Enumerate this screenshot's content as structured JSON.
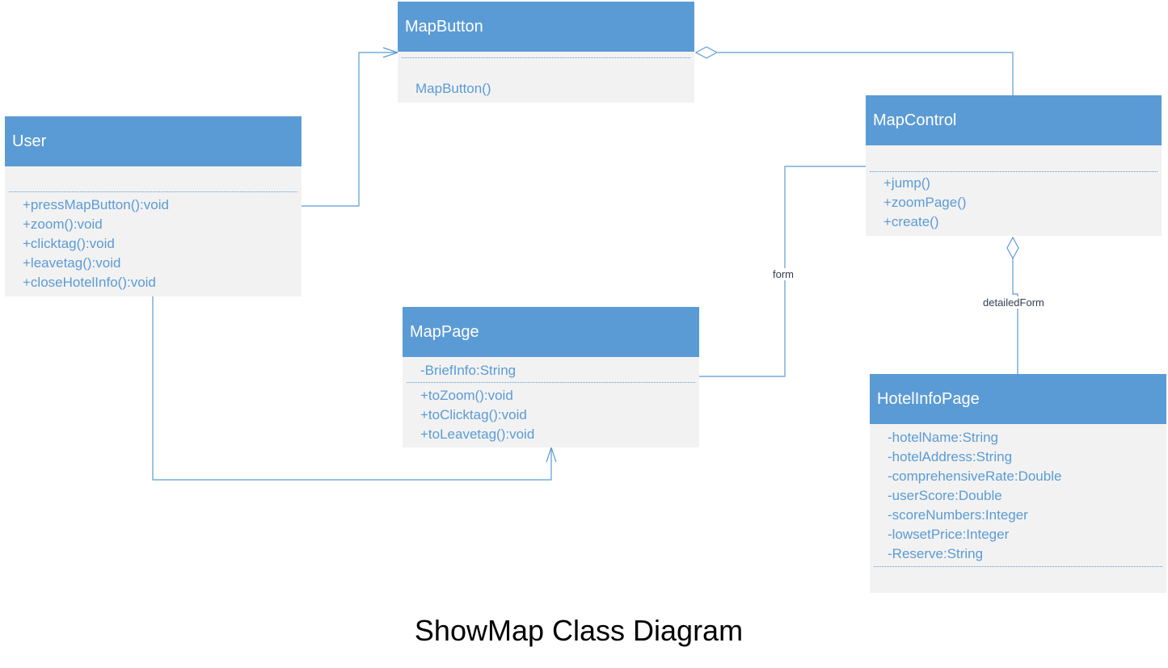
{
  "colors": {
    "header_fill": "#5b9bd5",
    "body_fill": "#f2f2f2",
    "member_text": "#5b9bd5",
    "connector": "#5b9bd5",
    "label_text": "#333f50"
  },
  "title": "ShowMap Class Diagram",
  "classes": {
    "user": {
      "name": "User",
      "attributes": [],
      "methods": [
        "+pressMapButton():void",
        "+zoom():void",
        "+clicktag():void",
        "+leavetag():void",
        "+closeHotelInfo():void"
      ]
    },
    "mapbutton": {
      "name": "MapButton",
      "attributes": [],
      "methods": [
        "MapButton()"
      ]
    },
    "mapcontrol": {
      "name": "MapControl",
      "attributes": [],
      "methods": [
        "+jump()",
        "+zoomPage()",
        "+create()"
      ]
    },
    "mappage": {
      "name": "MapPage",
      "attributes": [
        "-BriefInfo:String"
      ],
      "methods": [
        "+toZoom():void",
        "+toClicktag():void",
        "+toLeavetag():void"
      ]
    },
    "hotelinfopage": {
      "name": "HotelInfoPage",
      "attributes": [
        "-hotelName:String",
        "-hotelAddress:String",
        "-comprehensiveRate:Double",
        "-userScore:Double",
        "-scoreNumbers:Integer",
        "-lowsetPrice:Integer",
        "-Reserve:String"
      ],
      "methods": []
    }
  },
  "relations": [
    {
      "from": "user",
      "to": "mapbutton",
      "type": "association-navigable"
    },
    {
      "from": "user",
      "to": "mappage",
      "type": "association-navigable"
    },
    {
      "from": "mapcontrol",
      "to": "mapbutton",
      "type": "aggregation"
    },
    {
      "from": "mapcontrol",
      "to": "mappage",
      "type": "association",
      "label": "form"
    },
    {
      "from": "mapcontrol",
      "to": "hotelinfopage",
      "type": "aggregation",
      "label": "detailedForm"
    }
  ]
}
